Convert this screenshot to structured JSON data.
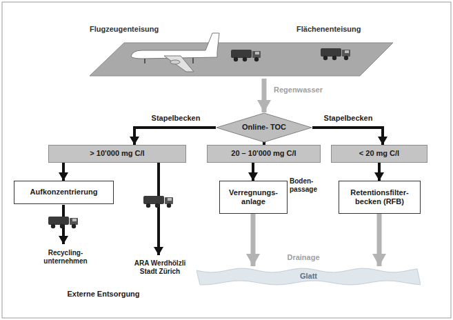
{
  "diagram": {
    "nodes": [
      {
        "text": [
          "Flugzeugenteisung",
          "Flächenenteisung"
        ]
      },
      {
        "text": [
          "Online- TOC"
        ]
      },
      {
        "text": [
          "> 10'000 mg C/l"
        ]
      },
      {
        "text": [
          "20 – 10'000 mg C/l"
        ]
      },
      {
        "text": [
          "< 20 mg C/l"
        ]
      },
      {
        "text": [
          "Aufkonzentrierung"
        ]
      },
      {
        "text": [
          "Verregnungs- anlage"
        ]
      },
      {
        "text": [
          "Retentionsfilter- becken (RFB)"
        ]
      },
      {
        "text": [
          "Glatt"
        ]
      }
    ],
    "edges": [
      {
        "from": 0,
        "to": 1,
        "label": "Regenwasser",
        "arrow": "to"
      },
      {
        "from": 1,
        "to": 2,
        "label": "Stapelbecken",
        "arrow": "to"
      },
      {
        "from": 1,
        "to": 3,
        "arrow": "to"
      },
      {
        "from": 1,
        "to": 4,
        "label": "Stapelbecken",
        "arrow": "to"
      },
      {
        "from": 2,
        "to": 5,
        "arrow": "to"
      },
      {
        "from": 3,
        "to": 6,
        "arrow": "to"
      },
      {
        "from": 4,
        "to": 7,
        "arrow": "to"
      },
      {
        "from": 6,
        "to": 8,
        "label": "Drainage",
        "arrow": "to"
      },
      {
        "from": 7,
        "to": 8,
        "arrow": "to"
      }
    ],
    "labels": [
      "Boden- passage",
      "Recycling- unternehmen",
      "ARA Werdhölzli Stadt Zürich",
      "Externe Entsorgung"
    ]
  }
}
